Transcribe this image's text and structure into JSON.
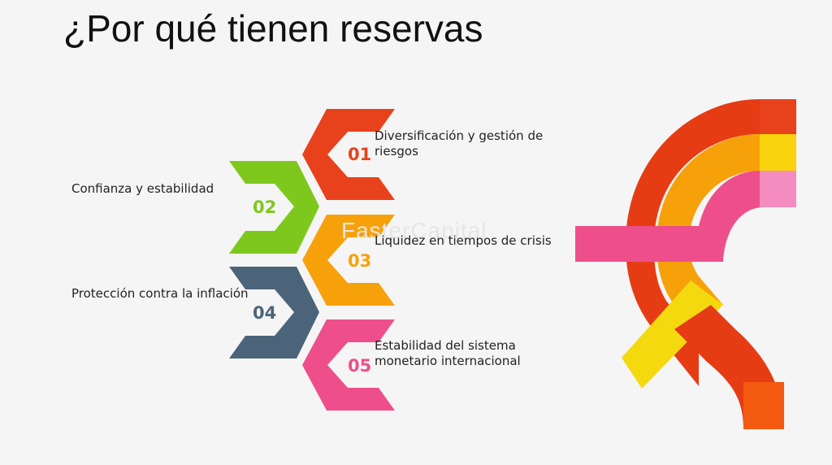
{
  "title": "¿Por qué tienen reservas",
  "items": [
    {
      "number": "01",
      "label": "Diversificación y gestión de riesgos",
      "color": "#e8421c"
    },
    {
      "number": "02",
      "label": "Confianza y estabilidad",
      "color": "#7ec81d"
    },
    {
      "number": "03",
      "label": "Liquidez en tiempos de crisis",
      "color": "#f7a10a"
    },
    {
      "number": "04",
      "label": "Protección contra la inflación",
      "color": "#4c6479"
    },
    {
      "number": "05",
      "label": "Estabilidad del sistema monetario internacional",
      "color": "#ee4f8b"
    }
  ],
  "watermark": "FasterCapital"
}
